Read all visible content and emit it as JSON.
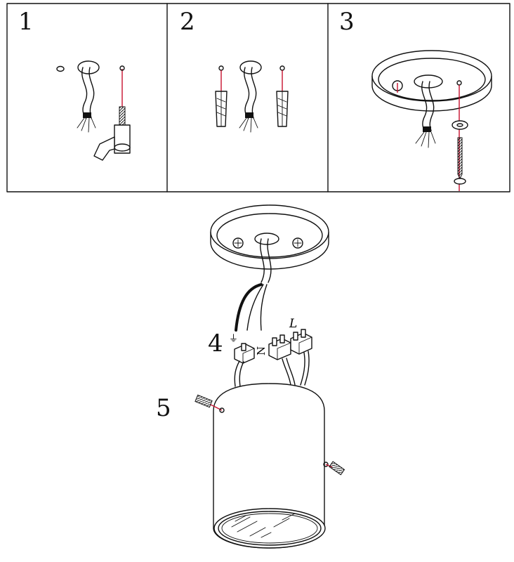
{
  "steps": [
    {
      "label": "1"
    },
    {
      "label": "2"
    },
    {
      "label": "3"
    },
    {
      "label": "4"
    },
    {
      "label": "5"
    }
  ],
  "wire_labels": {
    "live": "L",
    "neutral": "N",
    "earth": "⏚"
  },
  "colors": {
    "line": "#111111",
    "guide": "#c8102e",
    "background": "#ffffff"
  }
}
